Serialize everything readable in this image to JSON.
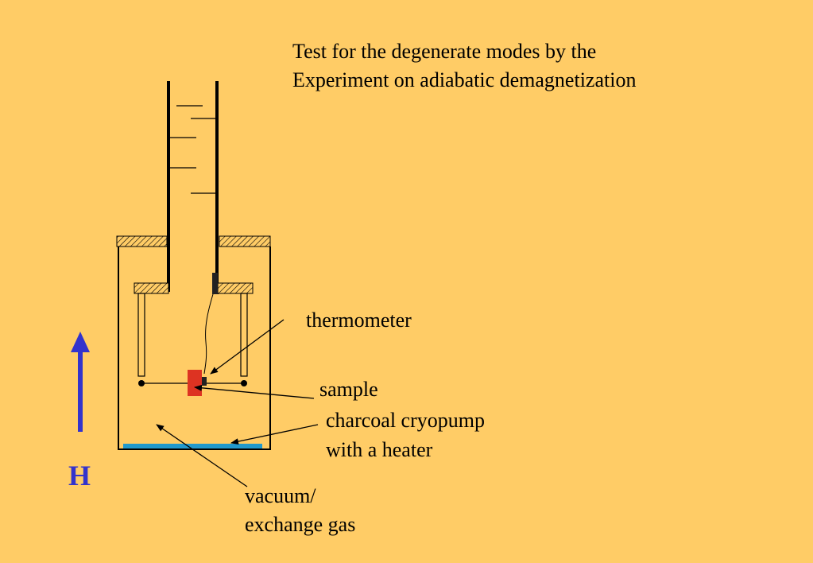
{
  "title": {
    "line1": "Test for the degenerate modes by the",
    "line2": "Experiment on adiabatic demagnetization"
  },
  "labels": {
    "thermometer": "thermometer",
    "sample": "sample",
    "cryopump_line1": "charcoal cryopump",
    "cryopump_line2": "with a heater",
    "vacuum_line1": "vacuum/",
    "vacuum_line2": "exchange gas"
  },
  "field": {
    "label": "H"
  },
  "colors": {
    "background": "#FFCC66",
    "field_arrow": "#3333CC",
    "sample": "#DD3322",
    "cryopump": "#2299CC"
  }
}
